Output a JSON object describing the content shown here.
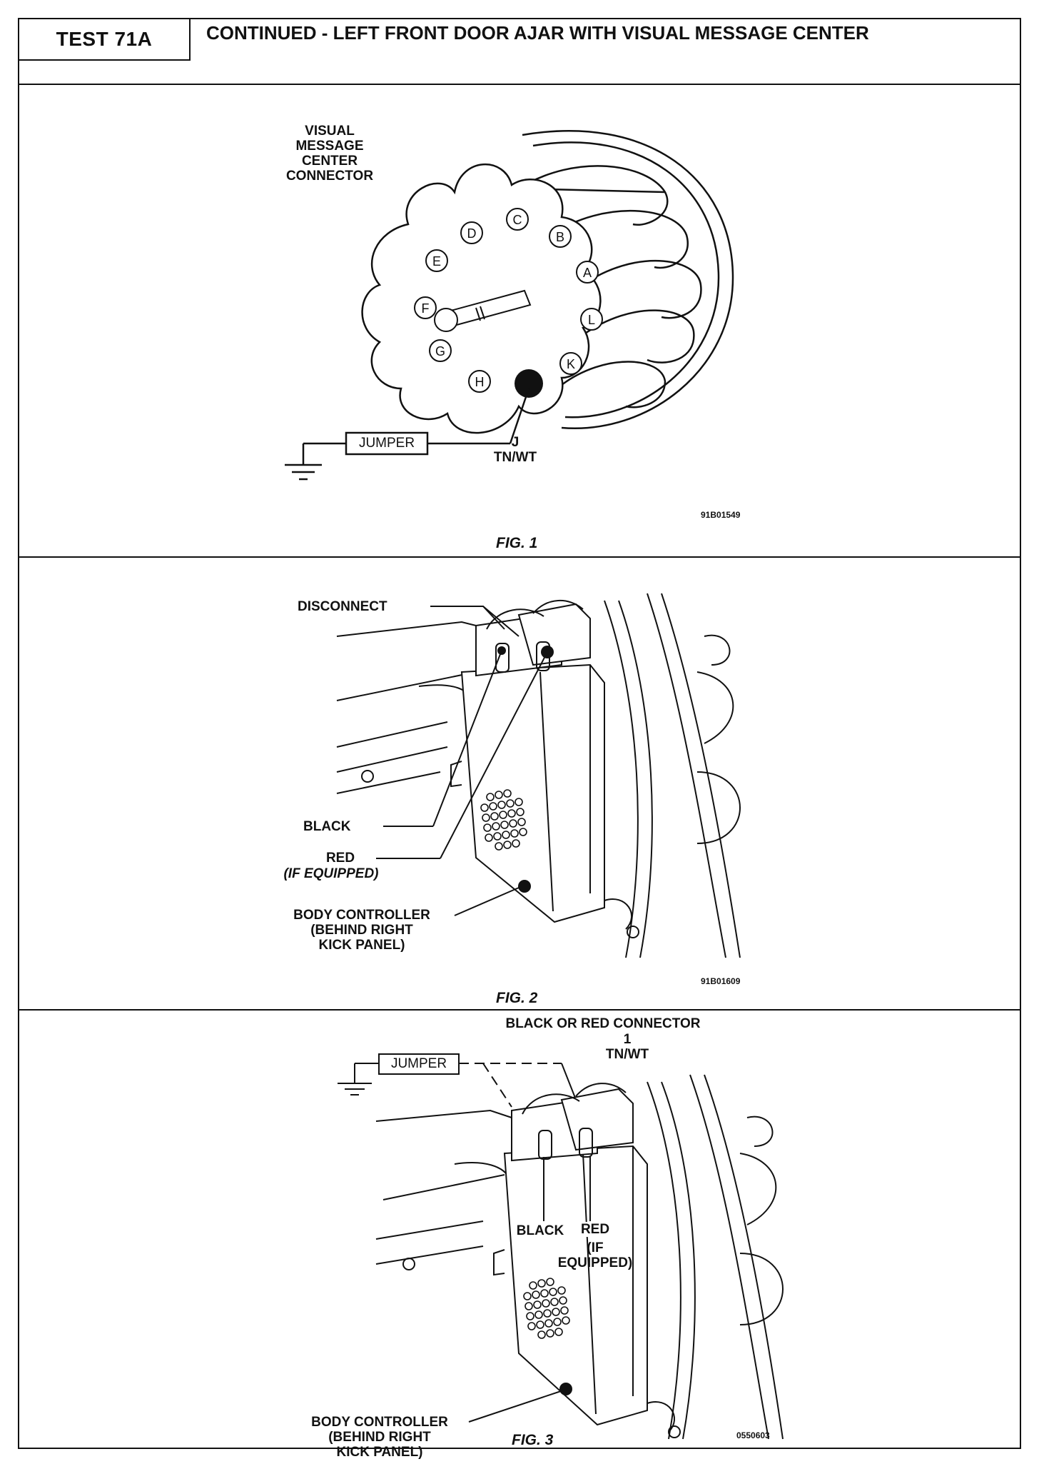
{
  "header": {
    "test_id": "TEST 71A",
    "title": "CONTINUED - LEFT FRONT DOOR AJAR WITH VISUAL MESSAGE CENTER"
  },
  "fig1": {
    "connector_label": [
      "VISUAL",
      "MESSAGE",
      "CENTER",
      "CONNECTOR"
    ],
    "pins": [
      "D",
      "C",
      "B",
      "E",
      "A",
      "F",
      "L",
      "G",
      "K",
      "H"
    ],
    "jumper_label": "JUMPER",
    "pin_label": "J",
    "wire_label": "TN/WT",
    "code": "91B01549",
    "caption": "FIG. 1"
  },
  "fig2": {
    "disconnect": "DISCONNECT",
    "black": "BLACK",
    "red": "RED",
    "if_equipped": "(IF EQUIPPED)",
    "body_controller": [
      "BODY CONTROLLER",
      "(BEHIND RIGHT",
      "KICK PANEL)"
    ],
    "code": "91B01609",
    "caption": "FIG. 2"
  },
  "fig3": {
    "connector_label": "BLACK OR RED CONNECTOR",
    "pin_label": "1",
    "wire_label": "TN/WT",
    "jumper_label": "JUMPER",
    "black": "BLACK",
    "red": "RED",
    "if_equipped": [
      "(IF",
      "EQUIPPED)"
    ],
    "body_controller": [
      "BODY CONTROLLER",
      "(BEHIND RIGHT",
      "KICK PANEL)"
    ],
    "code": "0550603",
    "caption": "FIG. 3"
  }
}
